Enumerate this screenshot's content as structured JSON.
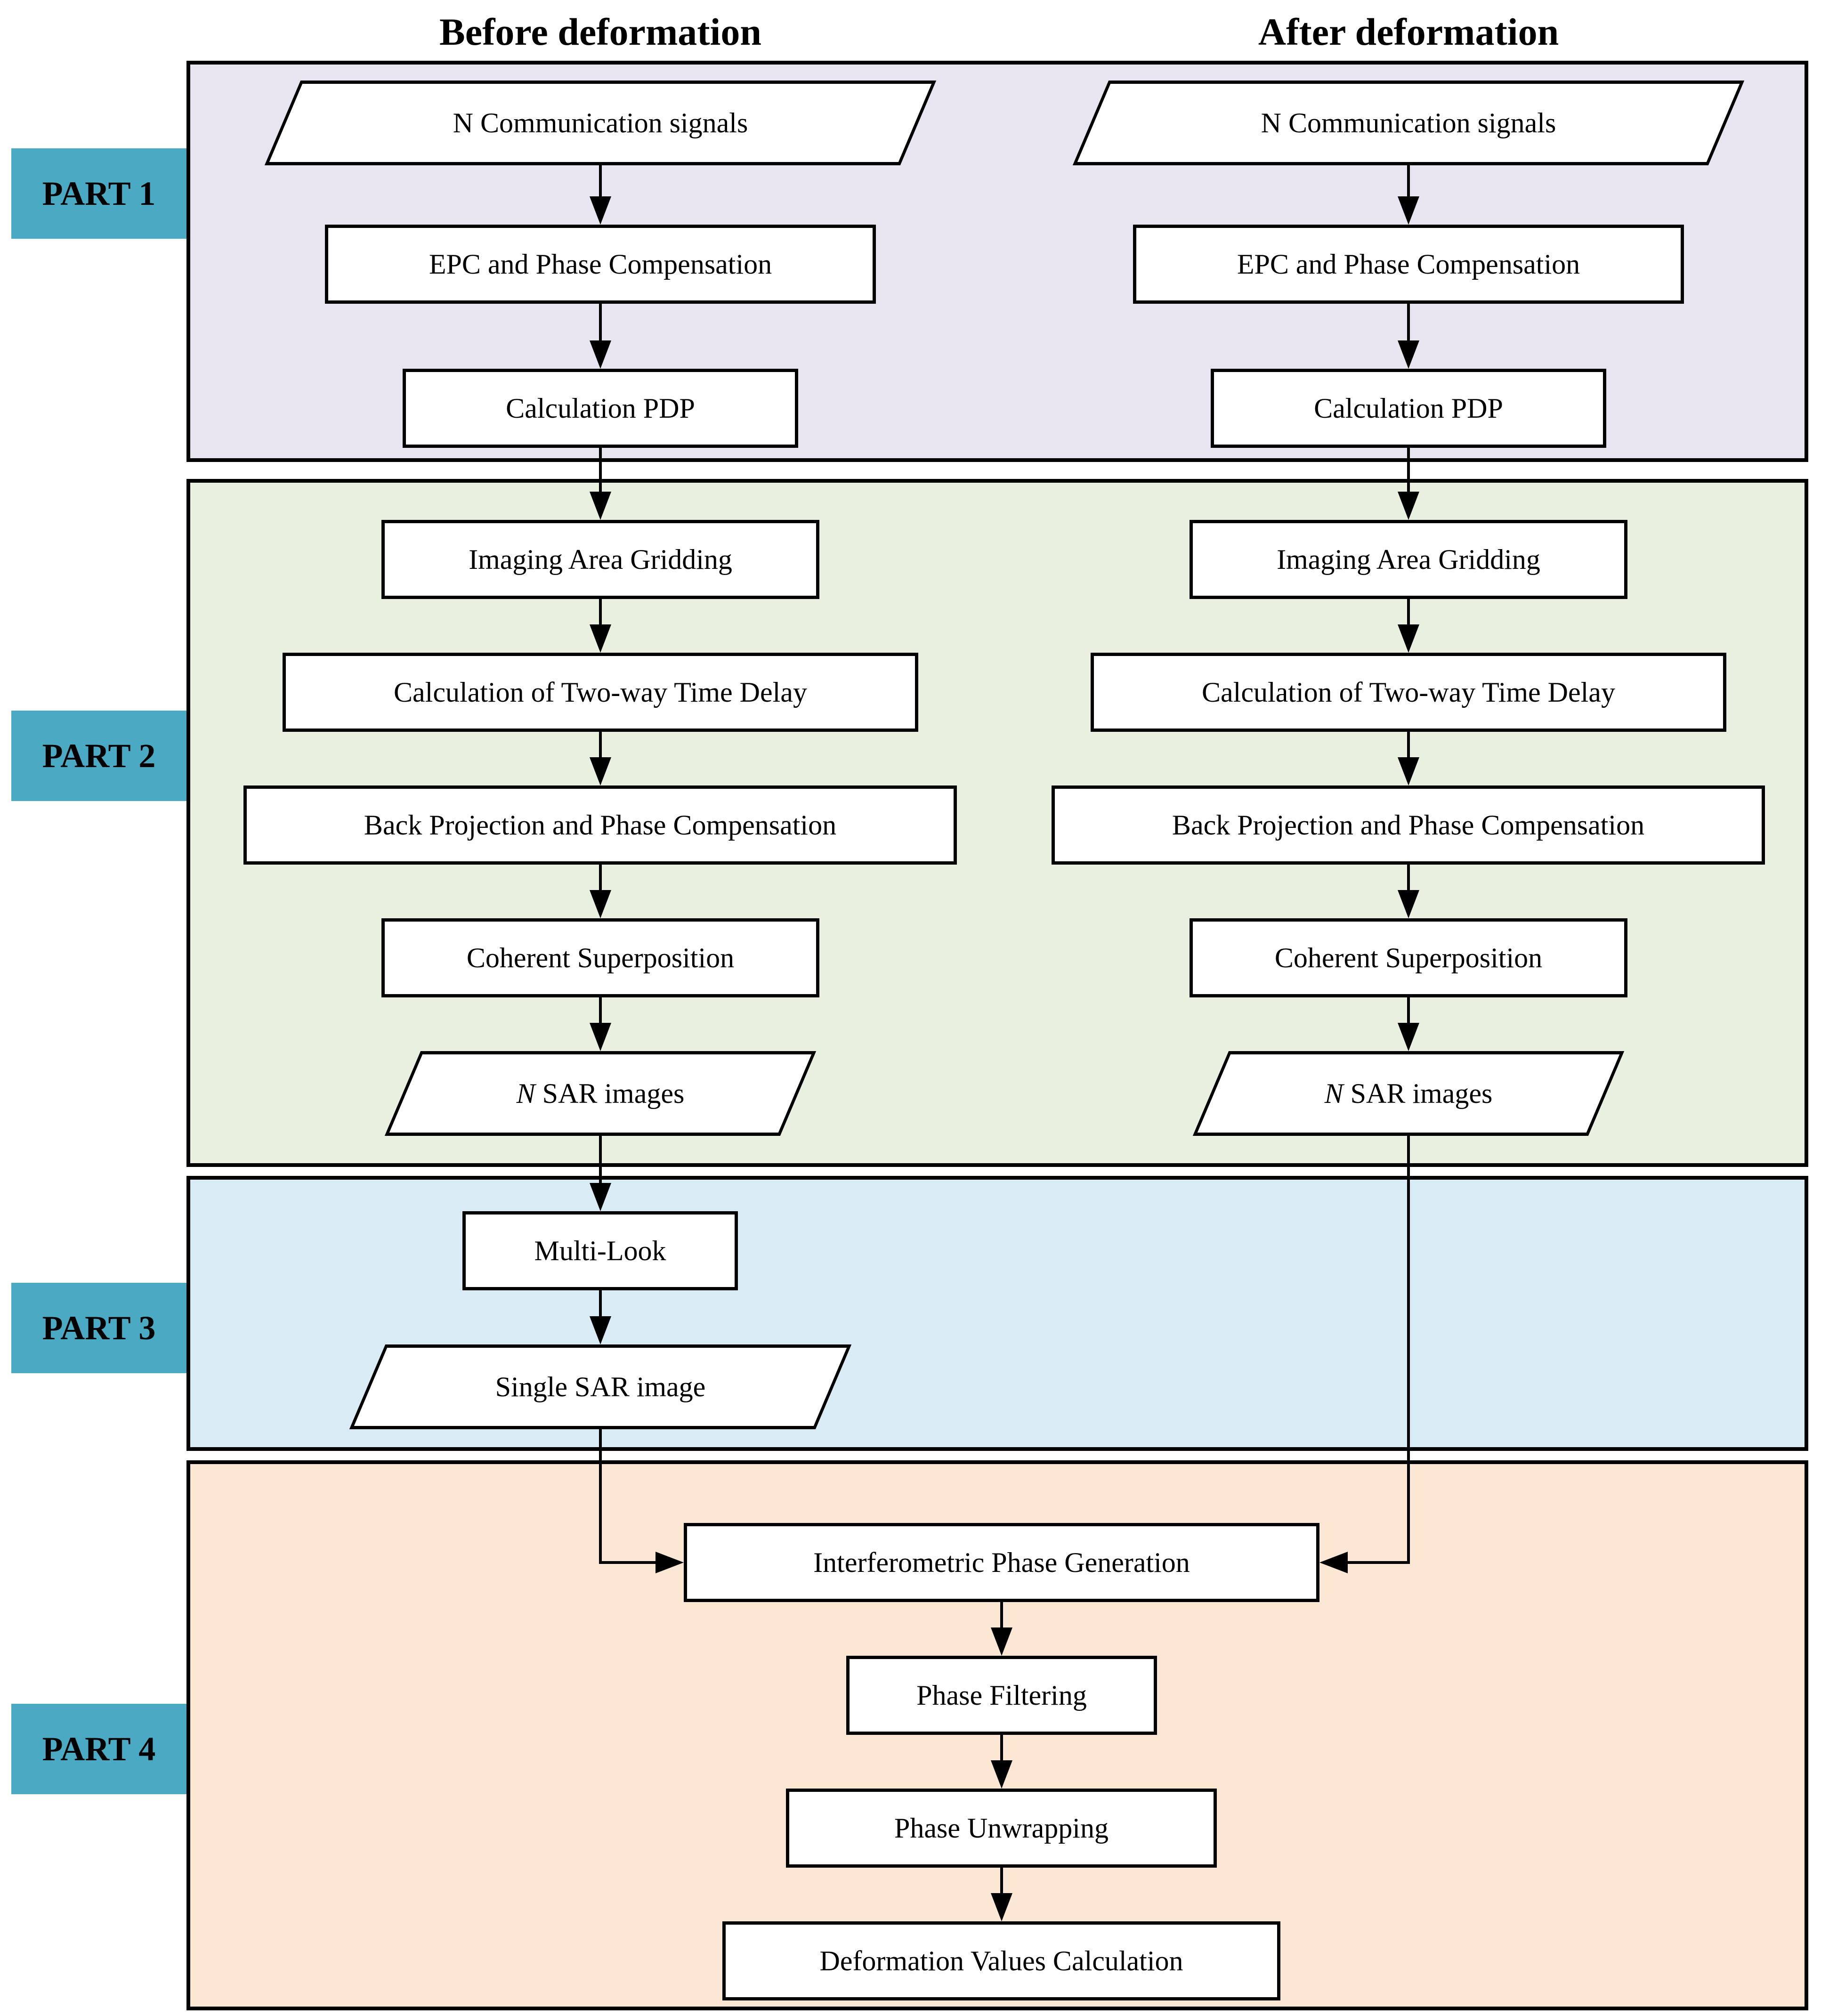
{
  "titles": {
    "before": "Before deformation",
    "after": "After deformation"
  },
  "part_labels": {
    "part1": "PART 1",
    "part2": "PART 2",
    "part3": "PART 3",
    "part4": "PART 4"
  },
  "nodes": {
    "comm_signals": "N Communication signals",
    "epc": "EPC and Phase Compensation",
    "pdp": "Calculation PDP",
    "gridding": "Imaging Area Gridding",
    "two_way_delay": "Calculation of Two-way Time Delay",
    "back_projection": "Back Projection and Phase Compensation",
    "coherent": "Coherent Superposition",
    "n_sar_prefix": "N",
    "n_sar_rest": " SAR images",
    "multi_look": "Multi-Look",
    "single_sar": "Single SAR image",
    "interferometric": "Interferometric Phase Generation",
    "phase_filtering": "Phase Filtering",
    "phase_unwrapping": "Phase Unwrapping",
    "deformation_calc": "Deformation Values Calculation"
  },
  "colors": {
    "part_label_bg": "#4aa9c3",
    "part1_bg": "#e8e5f0",
    "part2_bg": "#e9f0df",
    "part3_bg": "#d9ecf5",
    "part4_bg": "#fce7d5"
  }
}
